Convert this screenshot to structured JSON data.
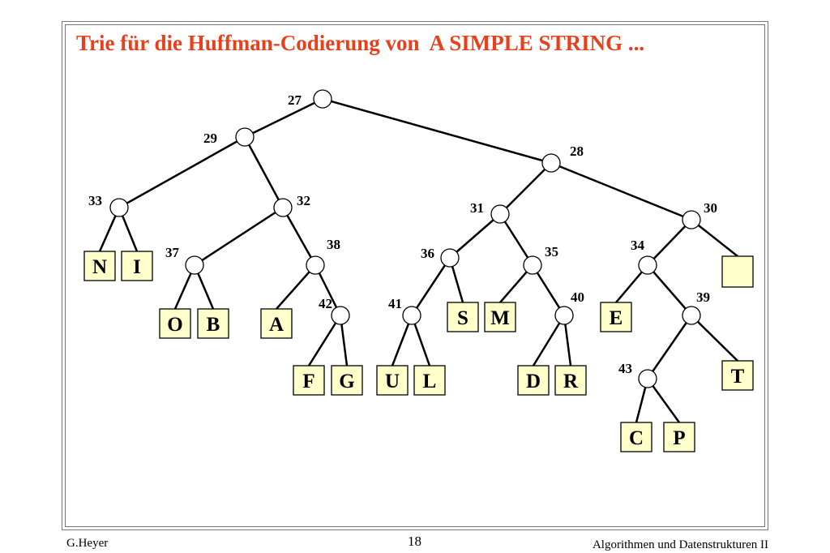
{
  "title": "Trie für die Huffman-Codierung von  A SIMPLE STRING ...",
  "footer": {
    "author": "G.Heyer",
    "page": "18",
    "course": "Algorithmen und Datenstrukturen II"
  },
  "colors": {
    "title": "#e8401c",
    "leaf_fill": "#ffffcc",
    "node_fill": "#ffffff"
  },
  "tree": {
    "nodes": [
      {
        "id": "27",
        "label": "27",
        "parent": null
      },
      {
        "id": "29",
        "label": "29",
        "parent": "27"
      },
      {
        "id": "28",
        "label": "28",
        "parent": "27"
      },
      {
        "id": "33",
        "label": "33",
        "parent": "29"
      },
      {
        "id": "32",
        "label": "32",
        "parent": "29"
      },
      {
        "id": "37",
        "label": "37",
        "parent": "32"
      },
      {
        "id": "38",
        "label": "38",
        "parent": "32"
      },
      {
        "id": "42",
        "label": "42",
        "parent": "38"
      },
      {
        "id": "31",
        "label": "31",
        "parent": "28"
      },
      {
        "id": "30",
        "label": "30",
        "parent": "28"
      },
      {
        "id": "36",
        "label": "36",
        "parent": "31"
      },
      {
        "id": "35",
        "label": "35",
        "parent": "31"
      },
      {
        "id": "41",
        "label": "41",
        "parent": "36"
      },
      {
        "id": "40",
        "label": "40",
        "parent": "35"
      },
      {
        "id": "34",
        "label": "34",
        "parent": "30"
      },
      {
        "id": "39",
        "label": "39",
        "parent": "34"
      },
      {
        "id": "43",
        "label": "43",
        "parent": "39"
      }
    ],
    "leaves": [
      {
        "id": "N",
        "label": "N",
        "parent": "33"
      },
      {
        "id": "I",
        "label": "I",
        "parent": "33"
      },
      {
        "id": "O",
        "label": "O",
        "parent": "37"
      },
      {
        "id": "B",
        "label": "B",
        "parent": "37"
      },
      {
        "id": "A",
        "label": "A",
        "parent": "38"
      },
      {
        "id": "F",
        "label": "F",
        "parent": "42"
      },
      {
        "id": "G",
        "label": "G",
        "parent": "42"
      },
      {
        "id": "U",
        "label": "U",
        "parent": "41"
      },
      {
        "id": "L",
        "label": "L",
        "parent": "41"
      },
      {
        "id": "S",
        "label": "S",
        "parent": "36"
      },
      {
        "id": "M",
        "label": "M",
        "parent": "35"
      },
      {
        "id": "D",
        "label": "D",
        "parent": "40"
      },
      {
        "id": "R",
        "label": "R",
        "parent": "40"
      },
      {
        "id": "space",
        "label": "",
        "parent": "30"
      },
      {
        "id": "E",
        "label": "E",
        "parent": "34"
      },
      {
        "id": "T",
        "label": "T",
        "parent": "39"
      },
      {
        "id": "C",
        "label": "C",
        "parent": "43"
      },
      {
        "id": "P",
        "label": "P",
        "parent": "43"
      }
    ]
  }
}
